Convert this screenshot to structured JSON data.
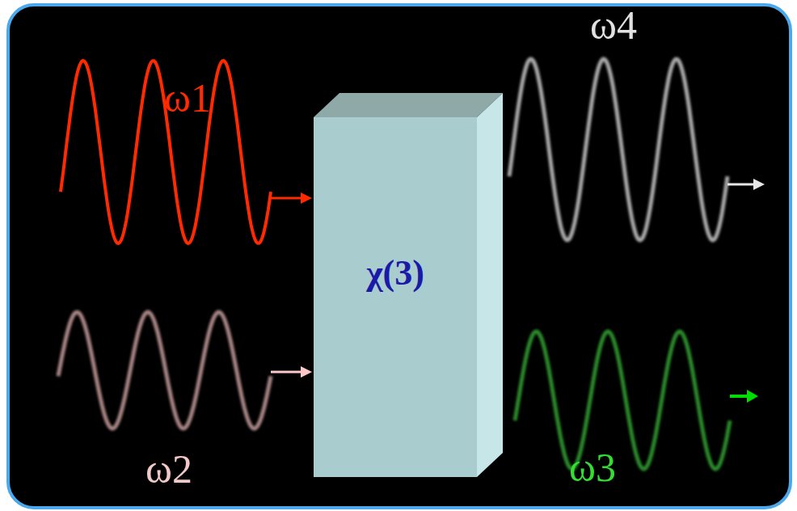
{
  "diagram": {
    "nodes": [
      {
        "text": [
          "χ(3)"
        ]
      }
    ],
    "labels": [
      "ω1",
      "ω4",
      "ω2",
      "ω3"
    ]
  }
}
